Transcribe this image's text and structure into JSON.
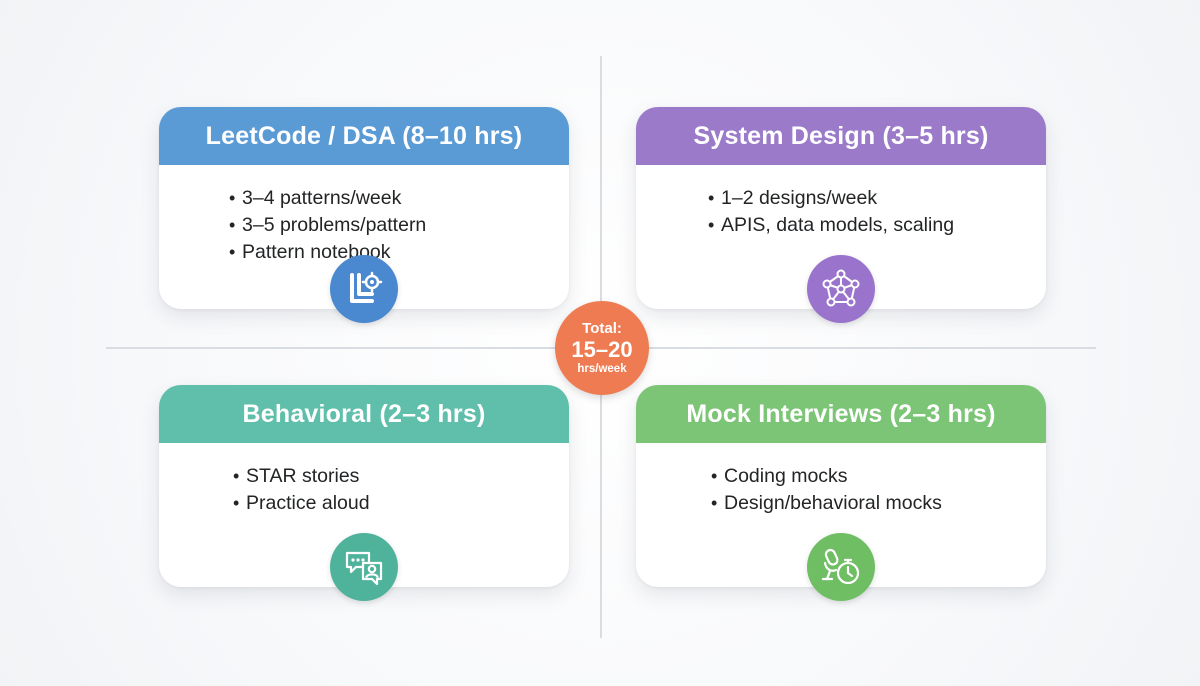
{
  "center": {
    "label": "Total:",
    "value": "15–20",
    "unit": "hrs/week",
    "color": "#ee7b52"
  },
  "cards": [
    {
      "title": "LeetCode / DSA (8–10 hrs)",
      "color": "#5b9bd5",
      "icon": "code-pattern-icon",
      "items": [
        "3–4 patterns/week",
        "3–5 problems/pattern",
        "Pattern notebook"
      ]
    },
    {
      "title": "System Design (3–5 hrs)",
      "color": "#9b7bc9",
      "icon": "network-nodes-icon",
      "items": [
        "1–2 designs/week",
        "APIS, data models, scaling"
      ]
    },
    {
      "title": "Behavioral (2–3 hrs)",
      "color": "#5fbfaa",
      "icon": "chat-person-icon",
      "items": [
        "STAR stories",
        "Practice aloud"
      ]
    },
    {
      "title": "Mock Interviews (2–3 hrs)",
      "color": "#7cc576",
      "icon": "microphone-timer-icon",
      "items": [
        "Coding mocks",
        "Design/behavioral mocks"
      ]
    }
  ]
}
